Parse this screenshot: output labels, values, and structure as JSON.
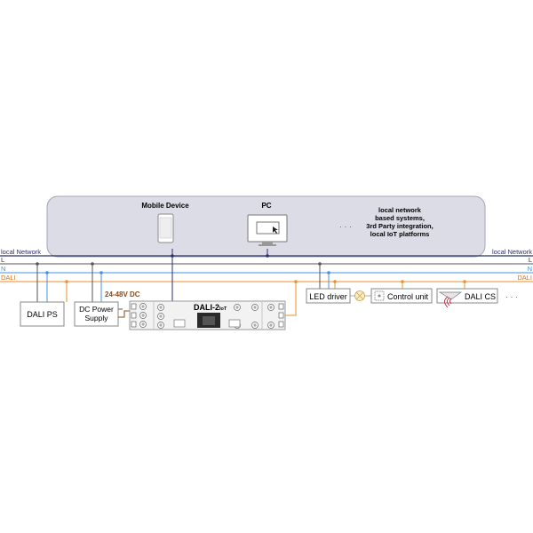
{
  "cloud": {
    "mobile_label": "Mobile Device",
    "pc_label": "PC",
    "ellipsis": "· · ·",
    "systems_lines": [
      "local network",
      "based systems,",
      "3rd Party integration,",
      "local IoT platforms"
    ]
  },
  "bus": {
    "network_left": "local Network",
    "network_right": "local Network",
    "l_left": "L",
    "l_right": "L",
    "n_left": "N",
    "n_right": "N",
    "dali_left": "DALI",
    "dali_right": "DALI"
  },
  "devices": {
    "dali_ps": "DALI PS",
    "dc_power_line1": "DC Power",
    "dc_power_line2": "Supply",
    "dc_voltage": "24-48V DC",
    "gateway_main": "DALI-2",
    "gateway_sub": "IoT",
    "led_driver": "LED driver",
    "control_unit": "Control unit",
    "dali_cs": "DALI CS",
    "more": "· · ·"
  },
  "colors": {
    "network_line": "#2b2f6b",
    "l_line": "#555555",
    "n_line": "#4a90d9",
    "dali_line": "#e8912b",
    "cloud_fill": "#dcdce6",
    "cloud_stroke": "#a6a6b4",
    "dali_text": "#e07020",
    "dc_text": "#8a4a1a",
    "cs_wave": "#c8102e"
  }
}
